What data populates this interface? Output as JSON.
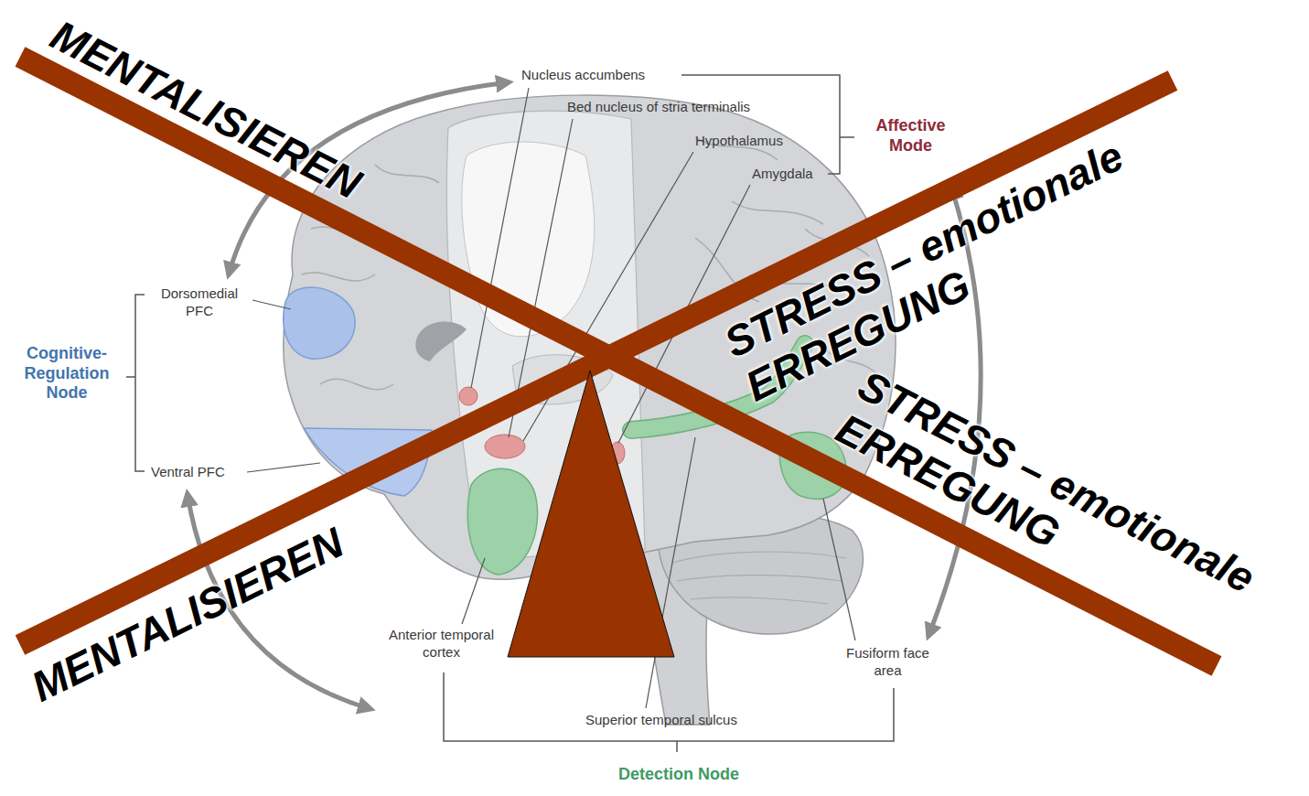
{
  "diagram": {
    "nodes": [
      {
        "text": [
          "Cognitive-Regulation Node"
        ]
      },
      {
        "text": [
          "Affective Mode"
        ]
      },
      {
        "text": [
          "Detection Node"
        ]
      }
    ],
    "edges": [
      {
        "from": 0,
        "to": 1,
        "arrow": "both"
      },
      {
        "from": 1,
        "to": 2,
        "arrow": "both"
      },
      {
        "from": 0,
        "to": 2,
        "arrow": "both"
      }
    ],
    "labels": [
      "Nucleus accumbens",
      "Bed nucleus of stria terminalis",
      "Hypothalamus",
      "Amygdala",
      "Dorsomedial PFC",
      "Ventral PFC",
      "Anterior temporal cortex",
      "Superior temporal sulcus",
      "Fusiform face area",
      "MENTALISIEREN",
      "STRESS – emotionale ERREGUNG",
      "MENTALISIEREN",
      "STRESS – emotionale ERREGUNG"
    ]
  }
}
